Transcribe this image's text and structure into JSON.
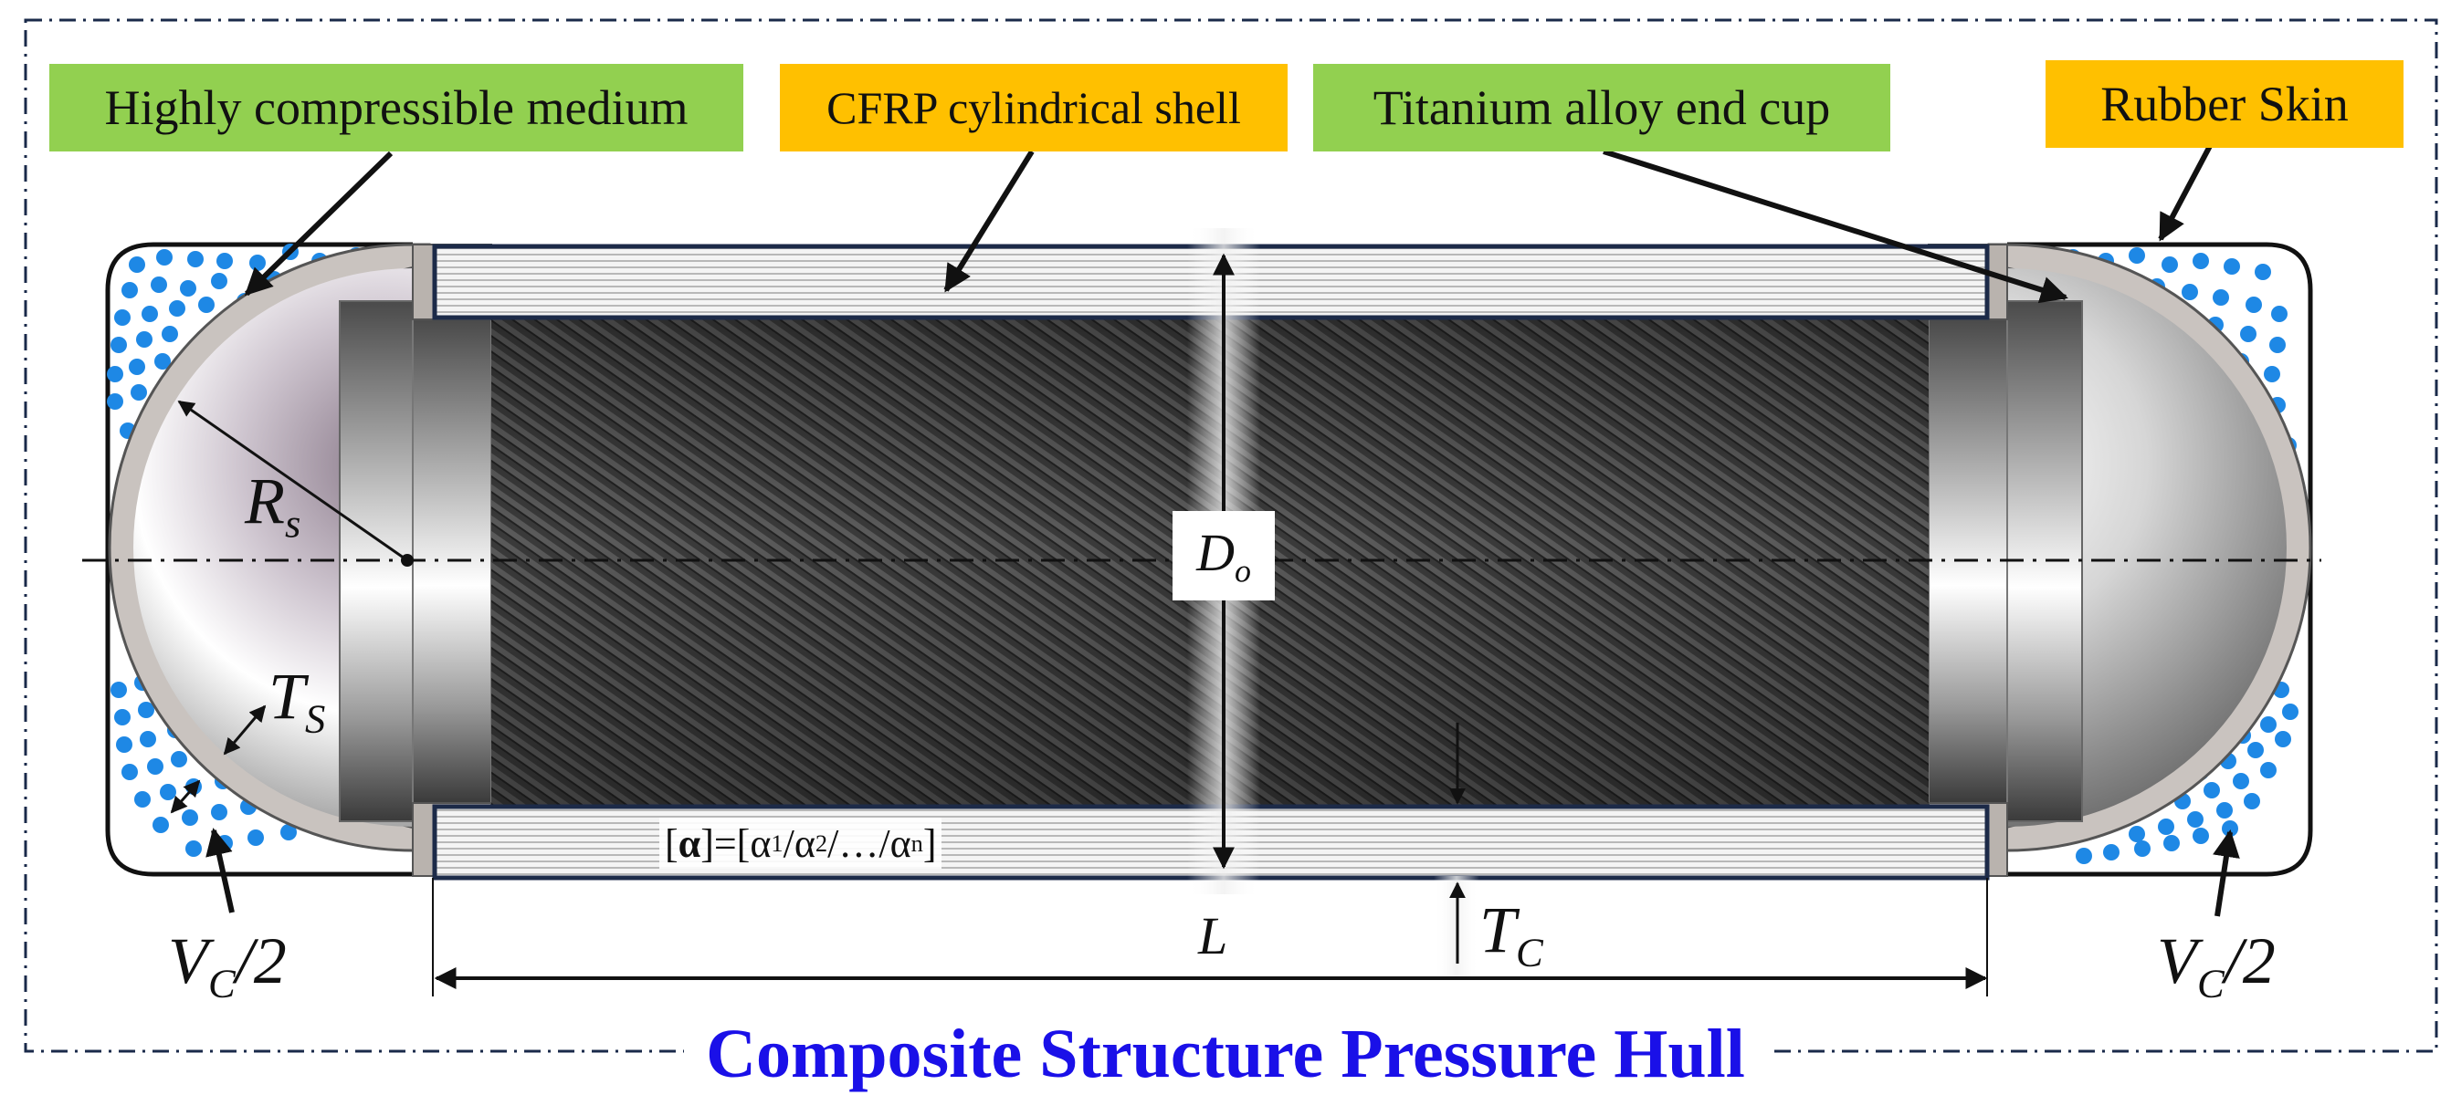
{
  "labels": {
    "medium": "Highly compressible medium",
    "shell": "CFRP cylindrical shell",
    "endcup": "Titanium alloy end cup",
    "skin": "Rubber Skin"
  },
  "symbols": {
    "rs_main": "R",
    "rs_sub": "s",
    "ts_main": "T",
    "ts_sub": "S",
    "do_main": "D",
    "do_sub": "o",
    "tc_main": "T",
    "tc_sub": "C",
    "l": "L",
    "vc_left_main": "V",
    "vc_left_sub": "C",
    "vc_left_rest": "/2",
    "vc_right_main": "V",
    "vc_right_sub": "C",
    "vc_right_rest": "/2"
  },
  "formula": {
    "open": "[",
    "alpha": "α",
    "close_eq": "]=[",
    "a1": "α",
    "s1": "1",
    "sep1": "/",
    "a2": "α",
    "s2": "2",
    "sep2": "/…/",
    "an": "α",
    "sn": "n",
    "end": "]"
  },
  "title": "Composite Structure Pressure Hull",
  "colors": {
    "green_label": "#92d050",
    "orange_label": "#ffc000",
    "title": "#1a10e8",
    "dots": "#1e88e5"
  }
}
